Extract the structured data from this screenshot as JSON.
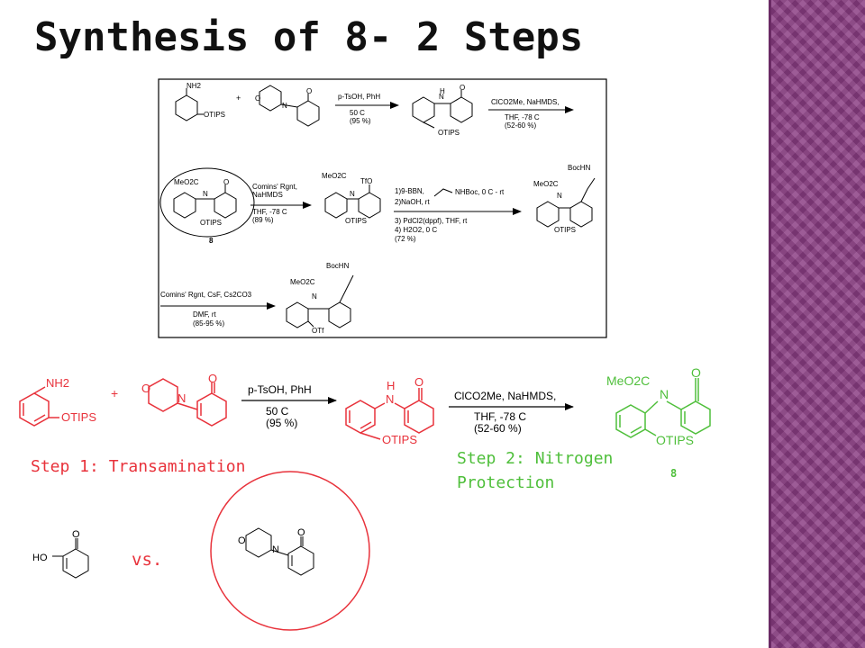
{
  "title": "Synthesis of 8- 2 Steps",
  "scheme": {
    "nh2": "NH2",
    "otips": "OTIPS",
    "plus": "+",
    "o": "O",
    "n": "N",
    "h": "H",
    "r1_top": "p-TsOH, PhH",
    "r1_b1": "50 C",
    "r1_b2": "(95 %)",
    "r2_top": "ClCO2Me, NaHMDS,",
    "r2_b1": "THF, -78 C",
    "r2_b2": "(52-60 %)",
    "meo2c": "MeO2C",
    "tfo": "TfO",
    "otf": "OTf",
    "bochn": "BocHN",
    "nhboc": "NHBoc, 0 C - rt",
    "cmpd8": "8",
    "r3_t1": "Comins' Rgnt,",
    "r3_t2": "NaHMDS",
    "r3_b1": "THF, -78 C",
    "r3_b2": "(89 %)",
    "r4_1": "1)9-BBN,",
    "r4_2": "2)NaOH, rt",
    "r4_3": "3) PdCl2(dppf), THF, rt",
    "r4_4": "4) H2O2, 0 C",
    "r4_5": "(72 %)",
    "r5_top": "Comins' Rgnt, CsF, Cs2CO3",
    "r5_b1": "DMF, rt",
    "r5_b2": "(85-95 %)"
  },
  "step1_label": "Step 1: Transamination",
  "step2_label_1": "Step 2: Nitrogen",
  "step2_label_2": "Protection",
  "compound_number": "8",
  "compare": {
    "ho": "HO",
    "o": "O",
    "n": "N",
    "vs": "vs."
  },
  "colors": {
    "red": "#e8323b",
    "green": "#4fbf3b",
    "accent": "#8a3c82"
  }
}
